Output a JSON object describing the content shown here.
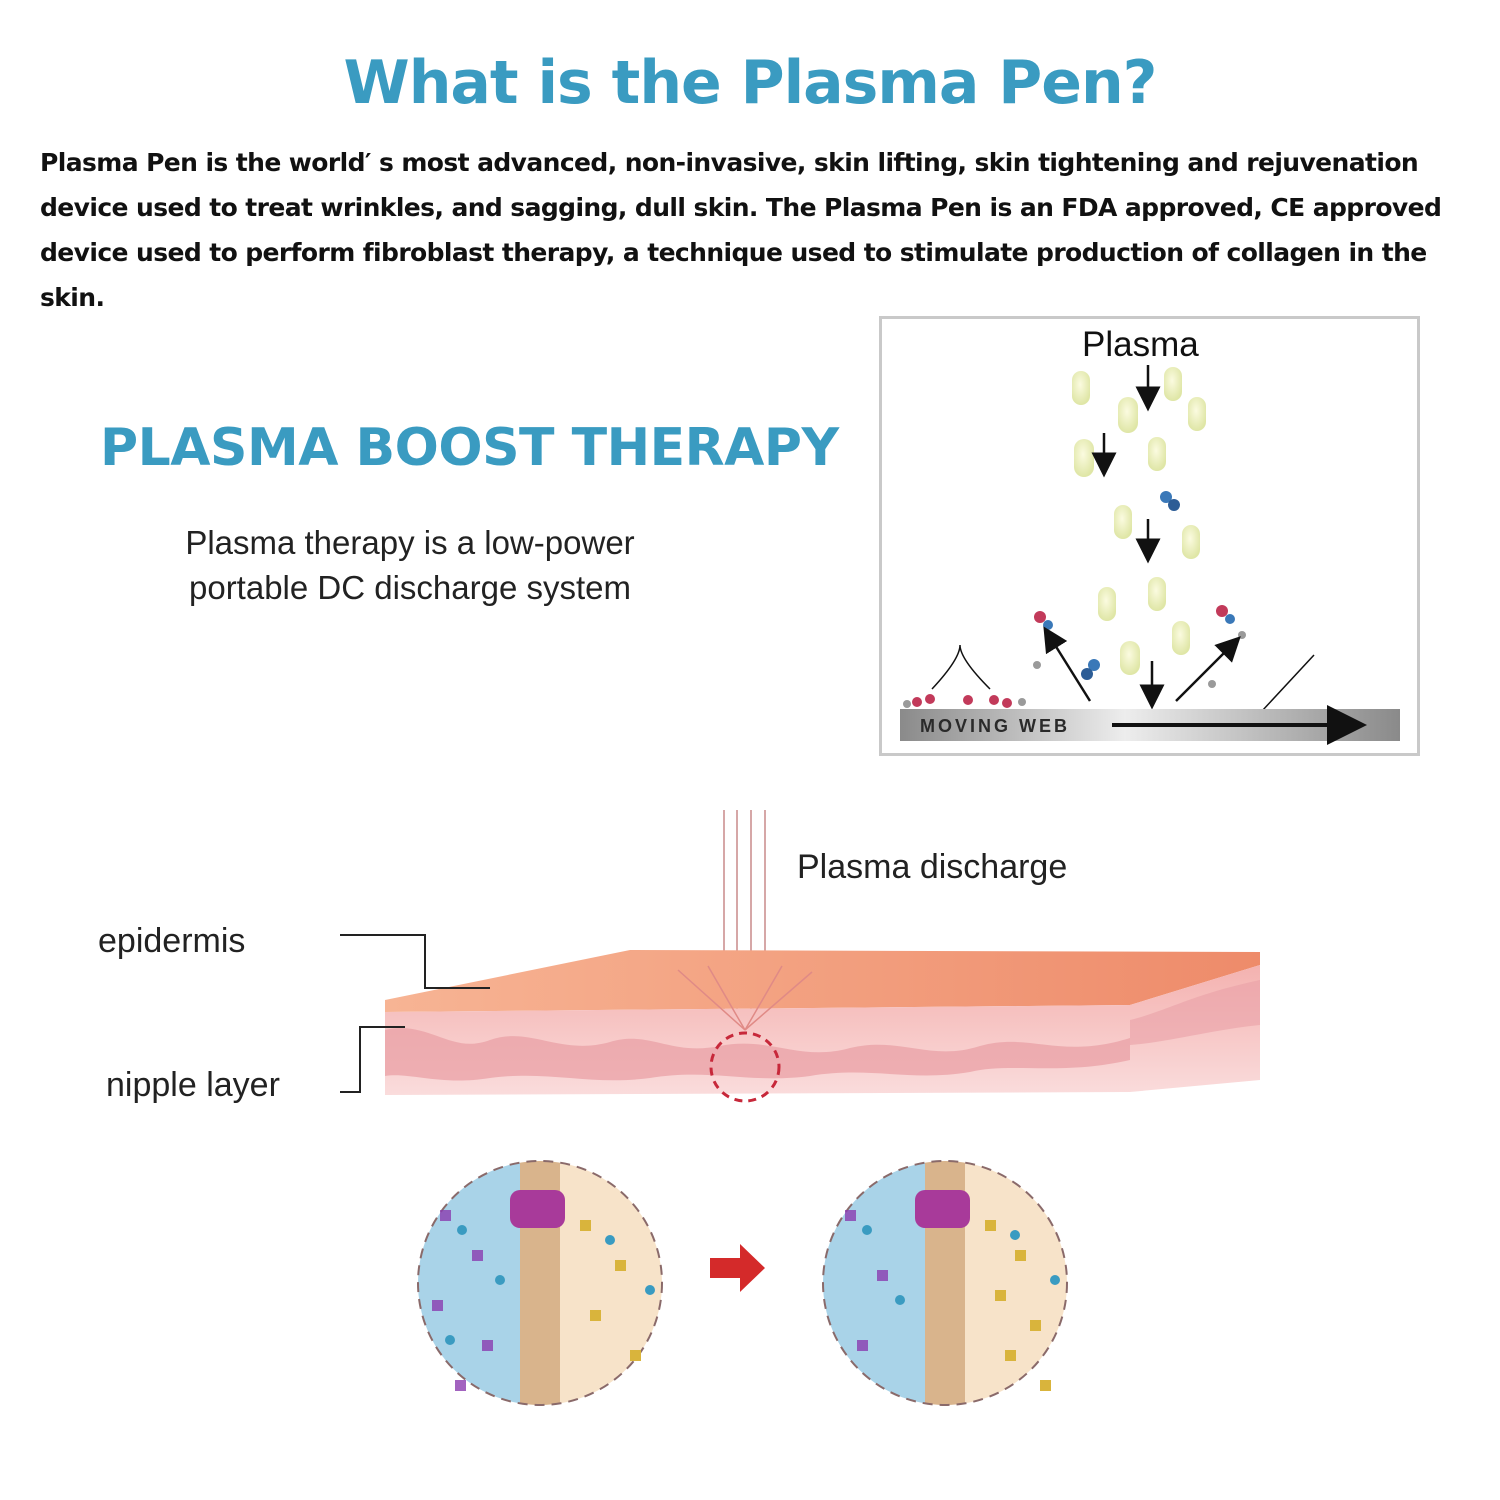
{
  "header": {
    "title": "What is the Plasma Pen?",
    "intro": "Plasma Pen is the world′ s most advanced, non-invasive, skin lifting, skin tightening and rejuvenation device used to treat wrinkles, and sagging, dull skin.  The Plasma Pen is an FDA approved, CE approved device used to perform fibroblast therapy, a technique used to stimulate production of collagen in the skin."
  },
  "boost": {
    "title": "PLASMA BOOST THERAPY",
    "line1": "Plasma therapy is a low-power",
    "line2": "portable DC discharge system"
  },
  "plasma_panel": {
    "label": "Plasma",
    "web_label": "MOVING WEB"
  },
  "skin_diagram": {
    "discharge_label": "Plasma discharge",
    "epidermis_label": "epidermis",
    "nipple_layer_label": "nipple layer"
  },
  "colors": {
    "accent": "#3a9bc1",
    "skin_top": "#f4a882",
    "skin_body": "#f7cfd0",
    "arrow_red": "#d42a2a"
  }
}
